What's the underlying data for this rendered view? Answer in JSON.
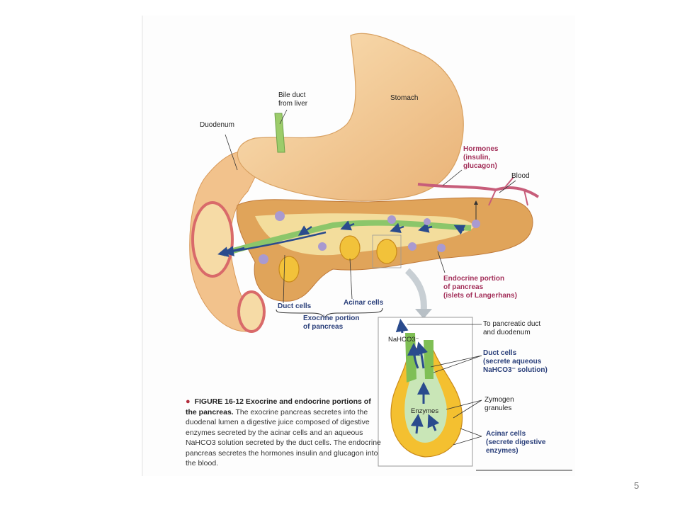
{
  "labels": {
    "stomach": "Stomach",
    "bile_duct": "Bile duct\nfrom liver",
    "bile_duct_l1": "Bile duct",
    "bile_duct_l2": "from liver",
    "duodenum": "Duodenum",
    "hormones_l1": "Hormones",
    "hormones_l2": "(insulin,",
    "hormones_l3": "glucagon)",
    "blood": "Blood",
    "endocrine_l1": "Endocrine portion",
    "endocrine_l2": "of pancreas",
    "endocrine_l3": "(islets of Langerhans)",
    "duct_cells": "Duct cells",
    "acinar_cells": "Acinar cells",
    "exocrine_l1": "Exocrine portion",
    "exocrine_l2": "of pancreas"
  },
  "inset": {
    "nahco3": "NaHCO3⁻",
    "enzymes": "Enzymes",
    "to_duct_l1": "To pancreatic duct",
    "to_duct_l2": "and duodenum",
    "duct_cells_l1": "Duct cells",
    "duct_cells_l2": "(secrete aqueous",
    "duct_cells_l3": "NaHCO3⁻ solution)",
    "zymogen_l1": "Zymogen",
    "zymogen_l2": "granules",
    "acinar_l1": "Acinar cells",
    "acinar_l2": "(secrete digestive",
    "acinar_l3": "enzymes)"
  },
  "caption": {
    "bullet": "●",
    "title": "FIGURE 16-12 Exocrine and endocrine portions of the pancreas.",
    "body": "The exocrine pancreas secretes into the duodenal lumen a digestive juice composed of digestive enzymes secreted by the acinar cells and an aqueous NaHCO3 solution secreted by the duct cells. The endocrine pancreas secretes the hormones insulin and glucagon into the blood."
  },
  "page_number": "5",
  "colors": {
    "stomach": "#f3c88e",
    "pancreas": "#e0a45a",
    "duct": "#8cc66a",
    "arrow": "#2a4b8d",
    "endocrine_label": "#a3305a",
    "exocrine_label": "#2a3f7a",
    "islet": "#a99ad0",
    "vessel": "#c75d7a"
  }
}
